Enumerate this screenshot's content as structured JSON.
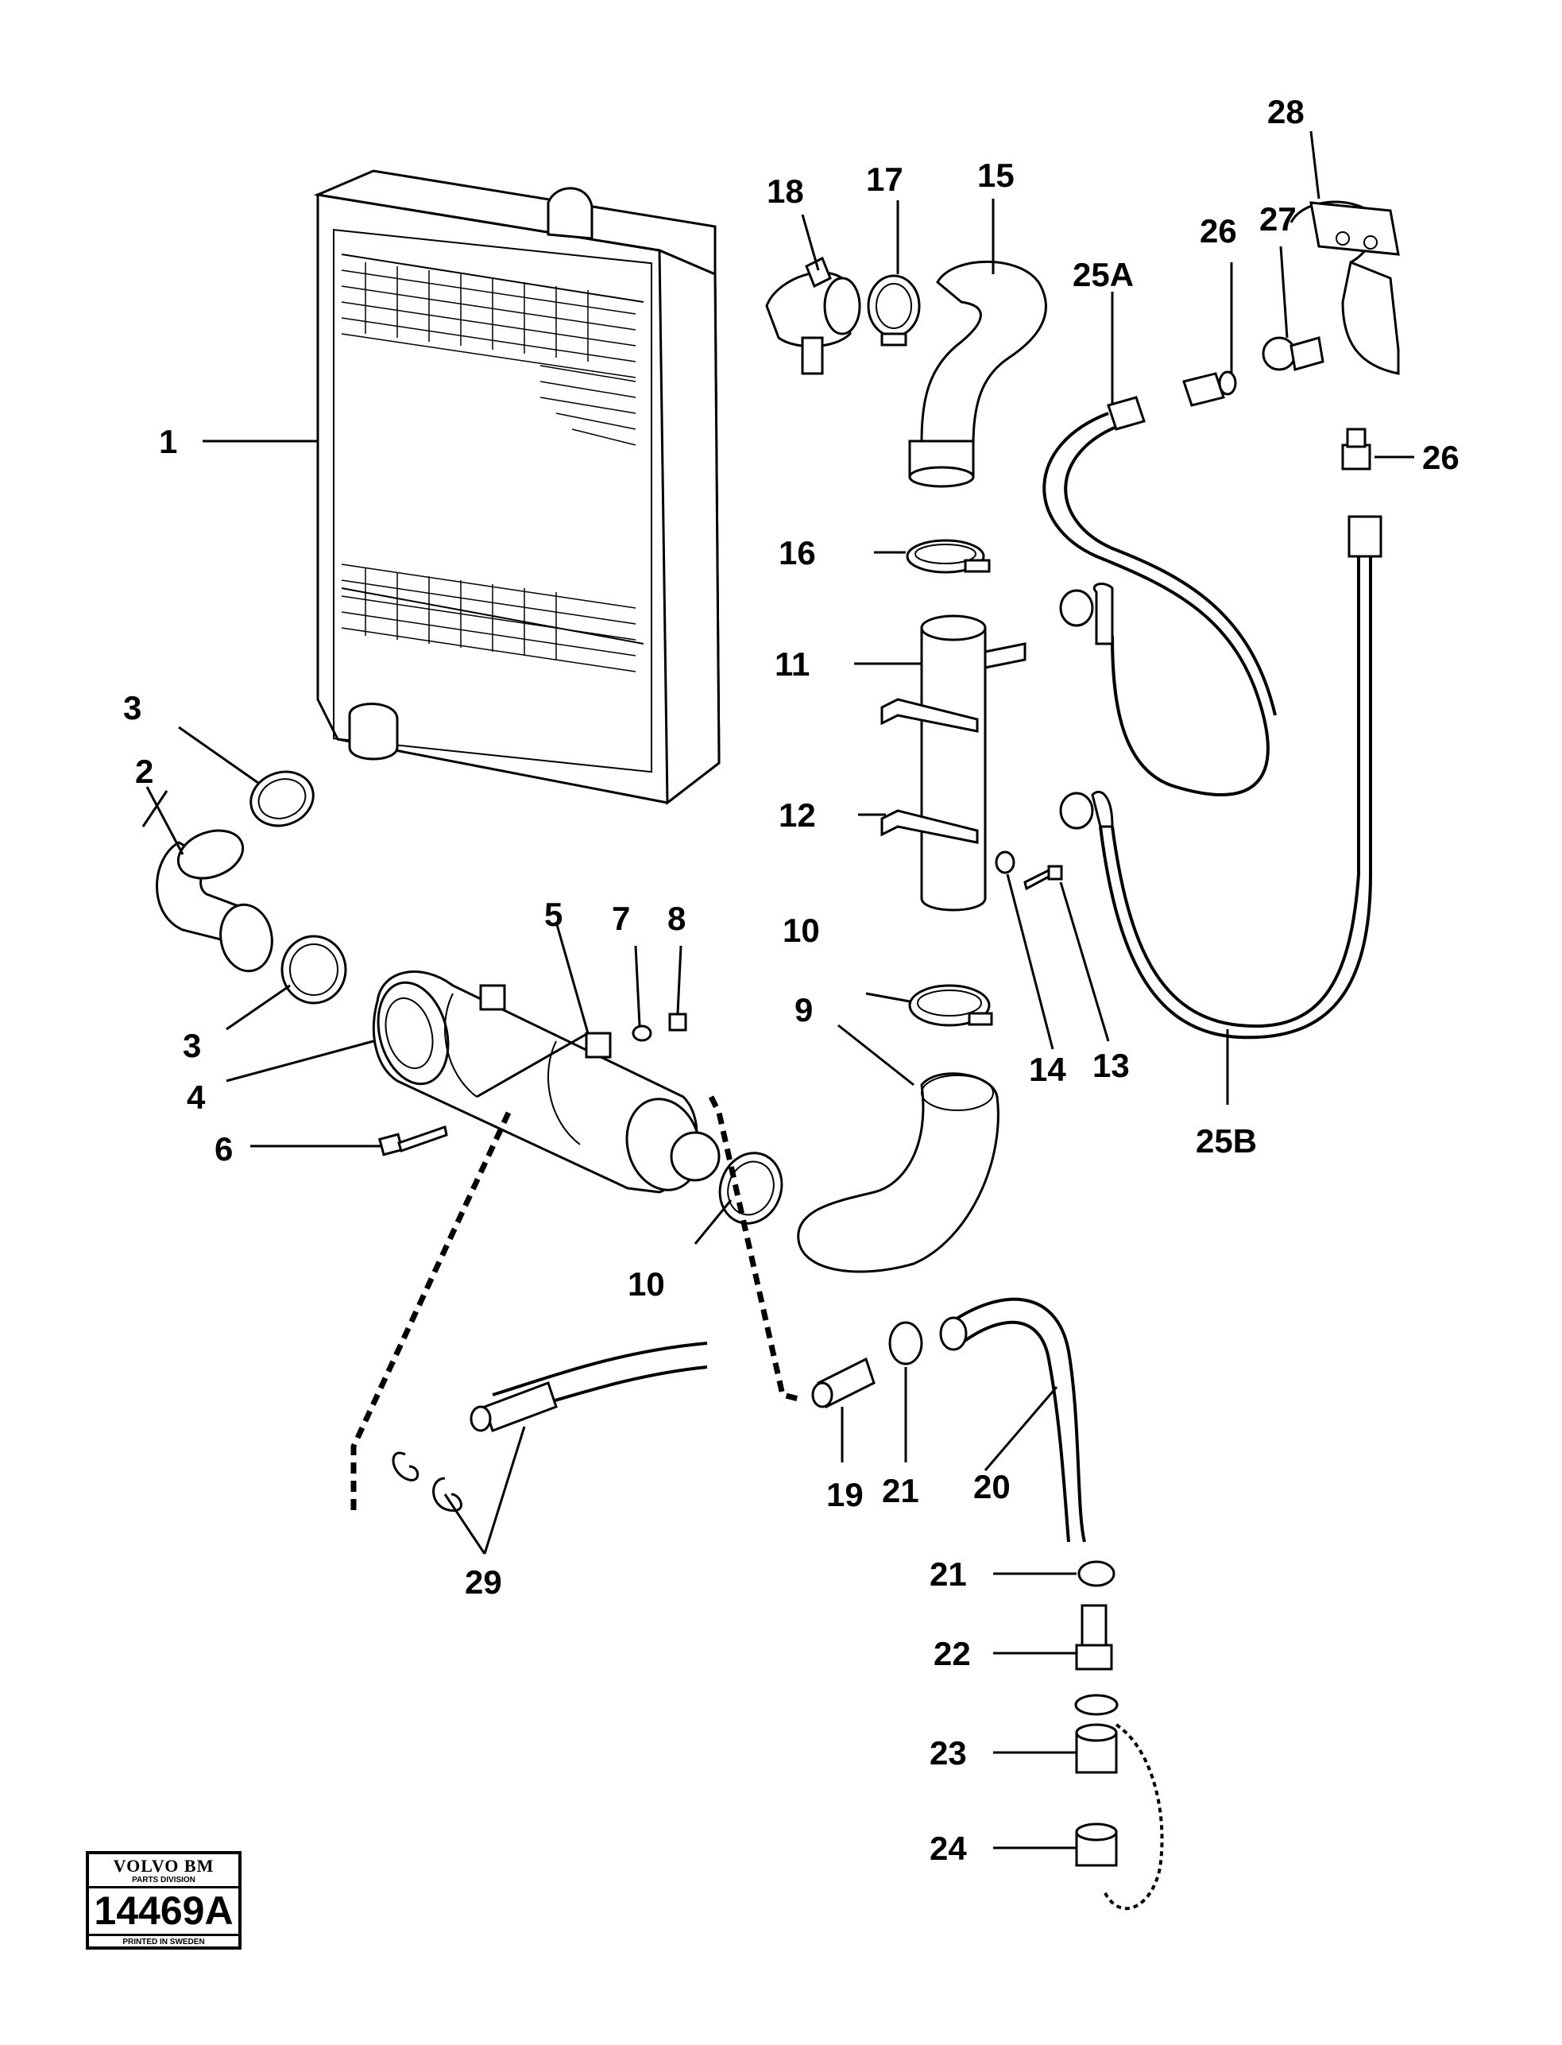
{
  "labels": {
    "l1": "1",
    "l2": "2",
    "l3a": "3",
    "l3b": "3",
    "l4": "4",
    "l5": "5",
    "l6": "6",
    "l7": "7",
    "l8": "8",
    "l9": "9",
    "l10a": "10",
    "l10b": "10",
    "l11": "11",
    "l12": "12",
    "l13": "13",
    "l14": "14",
    "l15": "15",
    "l16": "16",
    "l17": "17",
    "l18": "18",
    "l19": "19",
    "l20": "20",
    "l21a": "21",
    "l21b": "21",
    "l22": "22",
    "l23": "23",
    "l24": "24",
    "l25a": "25A",
    "l25b": "25B",
    "l26a": "26",
    "l26b": "26",
    "l27": "27",
    "l28": "28",
    "l29": "29"
  },
  "stamp": {
    "brand": "VOLVO BM",
    "division": "PARTS DIVISION",
    "number": "14469A",
    "printed": "PRINTED IN SWEDEN"
  }
}
